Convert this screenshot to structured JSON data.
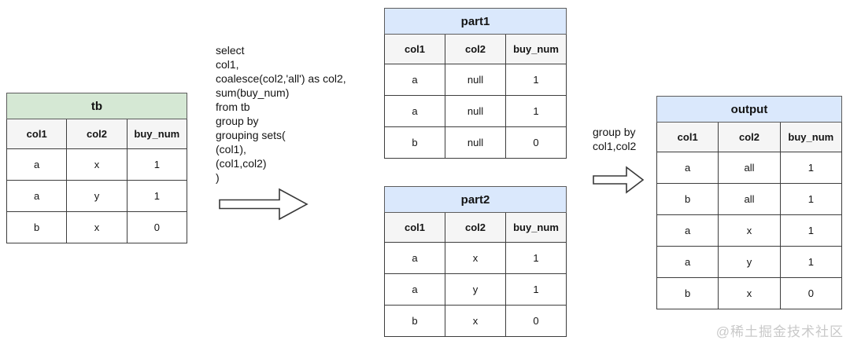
{
  "sql_query": {
    "lines": [
      "select",
      "col1,",
      "coalesce(col2,'all') as col2,",
      "sum(buy_num)",
      "from tb",
      "group by",
      "grouping sets(",
      "(col1),",
      "(col1,col2)",
      ")"
    ]
  },
  "group_by_label": {
    "lines": [
      "group by",
      "col1,col2"
    ]
  },
  "tables": {
    "tb": {
      "title": "tb",
      "title_bg": "#d5e8d4",
      "columns": [
        "col1",
        "col2",
        "buy_num"
      ],
      "rows": [
        [
          "a",
          "x",
          "1"
        ],
        [
          "a",
          "y",
          "1"
        ],
        [
          "b",
          "x",
          "0"
        ]
      ]
    },
    "part1": {
      "title": "part1",
      "title_bg": "#dae8fc",
      "columns": [
        "col1",
        "col2",
        "buy_num"
      ],
      "rows": [
        [
          "a",
          "null",
          "1"
        ],
        [
          "a",
          "null",
          "1"
        ],
        [
          "b",
          "null",
          "0"
        ]
      ]
    },
    "part2": {
      "title": "part2",
      "title_bg": "#dae8fc",
      "columns": [
        "col1",
        "col2",
        "buy_num"
      ],
      "rows": [
        [
          "a",
          "x",
          "1"
        ],
        [
          "a",
          "y",
          "1"
        ],
        [
          "b",
          "x",
          "0"
        ]
      ]
    },
    "output": {
      "title": "output",
      "title_bg": "#dae8fc",
      "columns": [
        "col1",
        "col2",
        "buy_num"
      ],
      "rows": [
        [
          "a",
          "all",
          "1"
        ],
        [
          "b",
          "all",
          "1"
        ],
        [
          "a",
          "x",
          "1"
        ],
        [
          "a",
          "y",
          "1"
        ],
        [
          "b",
          "x",
          "0"
        ]
      ]
    }
  },
  "watermark": "@稀土掘金技术社区",
  "colors": {
    "green_header": "#d5e8d4",
    "blue_header": "#dae8fc",
    "column_header_bg": "#f5f5f5",
    "cell_border": "#3d3d3d",
    "watermark": "#c9c9c9"
  }
}
